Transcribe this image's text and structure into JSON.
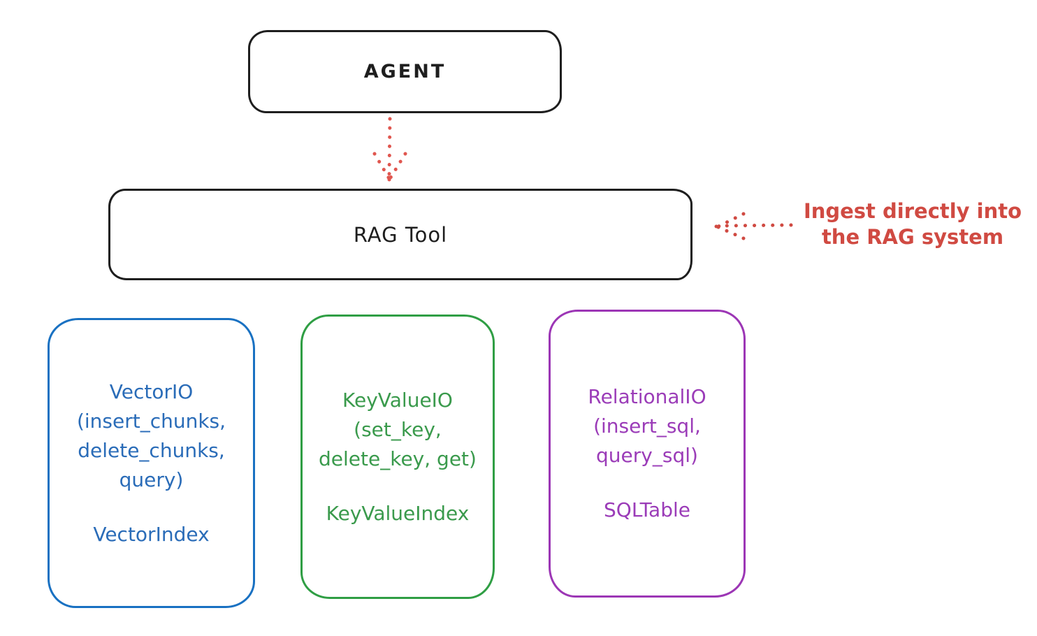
{
  "diagram": {
    "background_color": "#ffffff",
    "stroke_color_black": "#1e1e1e",
    "nodes": {
      "agent": {
        "label": "AGENT"
      },
      "rag_tool": {
        "label": "RAG Tool"
      }
    },
    "annotation": {
      "line1": "Ingest directly into",
      "line2": "the RAG system",
      "color": "#d04a42"
    },
    "arrows": [
      {
        "name": "agent-to-rag-tool",
        "style": "dotted",
        "color": "#e0564f",
        "direction": "down"
      },
      {
        "name": "ingest-into-rag",
        "style": "dotted",
        "color": "#d04a42",
        "direction": "left"
      }
    ],
    "storage_cards": [
      {
        "id": "vector-io",
        "color": "#1971c2",
        "api_lines": [
          "VectorIO",
          "(insert_chunks,",
          "delete_chunks,",
          "query)"
        ],
        "index_label": "VectorIndex"
      },
      {
        "id": "keyvalue-io",
        "color": "#2f9e44",
        "api_lines": [
          "KeyValueIO",
          "(set_key,",
          "delete_key, get)"
        ],
        "index_label": "KeyValueIndex"
      },
      {
        "id": "relational-io",
        "color": "#9c36b5",
        "api_lines": [
          "RelationalIO",
          "(insert_sql,",
          "query_sql)"
        ],
        "index_label": "SQLTable"
      }
    ]
  }
}
